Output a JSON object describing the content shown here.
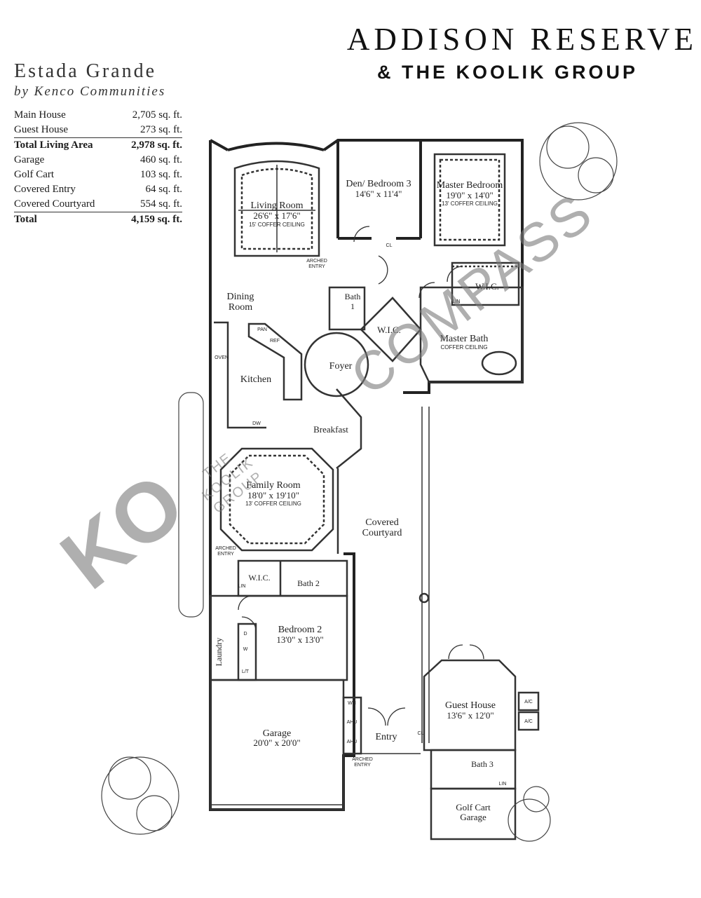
{
  "header": {
    "title": "ADDISON RESERVE",
    "subtitle": "& THE KOOLIK GROUP"
  },
  "model": {
    "name": "Estada Grande",
    "builder": "by Kenco Communities"
  },
  "area_table": [
    {
      "label": "Main House",
      "value": "2,705 sq. ft."
    },
    {
      "label": "Guest House",
      "value": "273 sq. ft."
    },
    {
      "label": "Total Living Area",
      "value": "2,978 sq. ft.",
      "total": true
    },
    {
      "label": "Garage",
      "value": "460 sq. ft."
    },
    {
      "label": "Golf Cart",
      "value": "103 sq. ft."
    },
    {
      "label": "Covered Entry",
      "value": "64 sq. ft."
    },
    {
      "label": "Covered Courtyard",
      "value": "554 sq. ft."
    },
    {
      "label": "Total",
      "value": "4,159 sq. ft.",
      "total": true
    }
  ],
  "rooms": {
    "living_room": {
      "name": "Living Room",
      "dims": "26'6\" x 17'6\"",
      "note": "15' COFFER CEILING"
    },
    "den": {
      "name": "Den/ Bedroom 3",
      "dims": "14'6\" x 11'4\""
    },
    "master_bedroom": {
      "name": "Master Bedroom",
      "dims": "19'0\" x 14'0\"",
      "note": "13' COFFER CEILING"
    },
    "dining_room": {
      "name": "Dining",
      "name2": "Room"
    },
    "bath1": {
      "name": "Bath",
      "num": "1"
    },
    "wic_center": "W.I.C.",
    "wic_master": "W.I.C.",
    "master_bath": {
      "name": "Master Bath",
      "note": "COFFER CEILING"
    },
    "foyer": "Foyer",
    "kitchen": "Kitchen",
    "breakfast": "Breakfast",
    "family_room": {
      "name": "Family Room",
      "dims": "18'0\" x 19'10\"",
      "note": "13' COFFER CEILING"
    },
    "covered_courtyard": {
      "name": "Covered",
      "name2": "Courtyard"
    },
    "wic_bed2": "W.I.C.",
    "bath2": "Bath 2",
    "bedroom2": {
      "name": "Bedroom 2",
      "dims": "13'0\" x 13'0\""
    },
    "laundry": "Laundry",
    "garage": {
      "name": "Garage",
      "dims": "20'0\" x 20'0\""
    },
    "entry": "Entry",
    "guest_house": {
      "name": "Guest House",
      "dims": "13'6\" x 12'0\""
    },
    "bath3": "Bath 3",
    "golf_cart": {
      "name": "Golf Cart",
      "name2": "Garage"
    }
  },
  "fixtures": {
    "arched_entry": "ARCHED",
    "arched_entry2": "ENTRY",
    "oven": "OVEN",
    "pan": "PAN",
    "ref": "REF",
    "dw": "DW",
    "lin": "LIN",
    "cl": "CL",
    "d": "D",
    "w": "W",
    "lt": "L/T",
    "wh": "WH",
    "ahu": "AHU",
    "ac": "A/C"
  },
  "watermarks": {
    "compass": "COMPASS",
    "koolik_logo": "KO",
    "koolik_line1": "THE",
    "koolik_line2": "KOOLIK",
    "koolik_line3": "GROUP"
  }
}
